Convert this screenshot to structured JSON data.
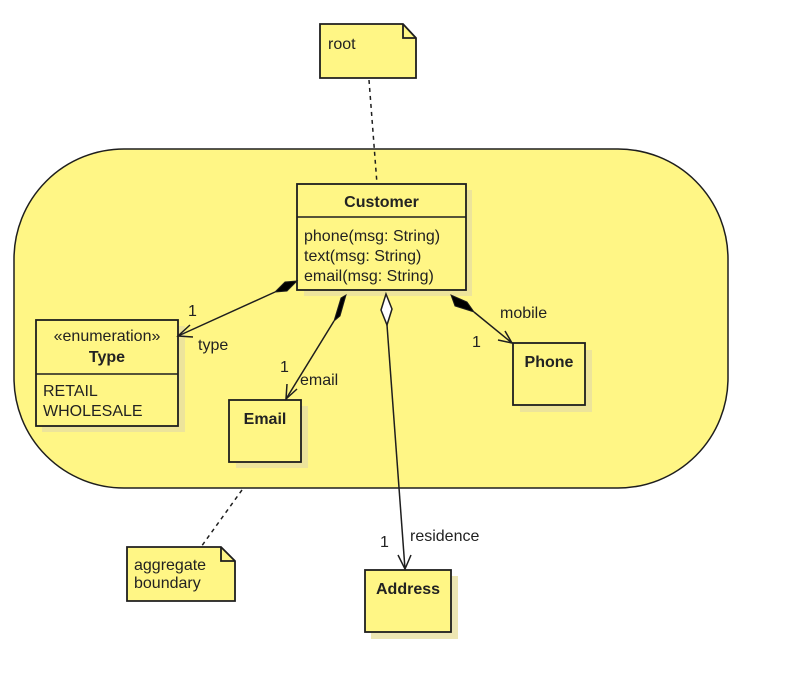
{
  "diagram": {
    "colors": {
      "fill": "#fff685",
      "boundary_fill": "#fff685",
      "stroke": "#1e1e1e",
      "shadow": "#e8e0a0",
      "text": "#222222"
    },
    "notes": {
      "root": {
        "lines": [
          "root"
        ]
      },
      "boundary": {
        "lines": [
          "aggregate",
          "boundary"
        ]
      }
    },
    "classes": {
      "customer": {
        "name": "Customer",
        "operations": [
          "phone(msg: String)",
          "text(msg: String)",
          "email(msg: String)"
        ]
      },
      "type": {
        "stereotype": "«enumeration»",
        "name": "Type",
        "literals": [
          "RETAIL",
          "WHOLESALE"
        ]
      },
      "email": {
        "name": "Email"
      },
      "phone": {
        "name": "Phone"
      },
      "address": {
        "name": "Address"
      }
    },
    "associations": {
      "type": {
        "kind": "composition",
        "role": "type",
        "multiplicity": "1"
      },
      "email": {
        "kind": "composition",
        "role": "email",
        "multiplicity": "1"
      },
      "phone": {
        "kind": "composition",
        "role": "mobile",
        "multiplicity": "1"
      },
      "address": {
        "kind": "aggregation",
        "role": "residence",
        "multiplicity": "1"
      }
    }
  }
}
